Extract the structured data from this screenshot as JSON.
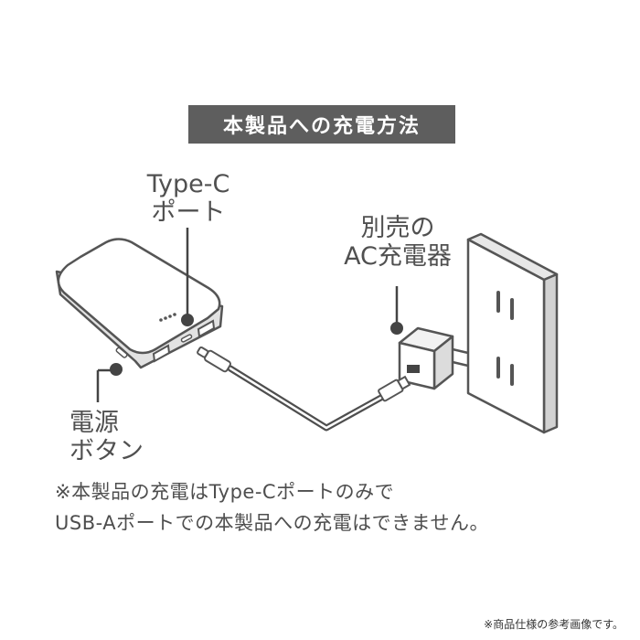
{
  "header": {
    "title": "本製品への充電方法"
  },
  "labels": {
    "port_line1": "Type-C",
    "port_line2": "ポート",
    "charger_line1": "別売の",
    "charger_line2": "AC充電器",
    "button_line1": "電源",
    "button_line2": "ボタン"
  },
  "notes": {
    "line1": "※本製品の充電はType-Cポートのみで",
    "line2": "USB-Aポートでの本製品への充電はできません。"
  },
  "footnote": "※商品仕様の参考画像です。"
}
